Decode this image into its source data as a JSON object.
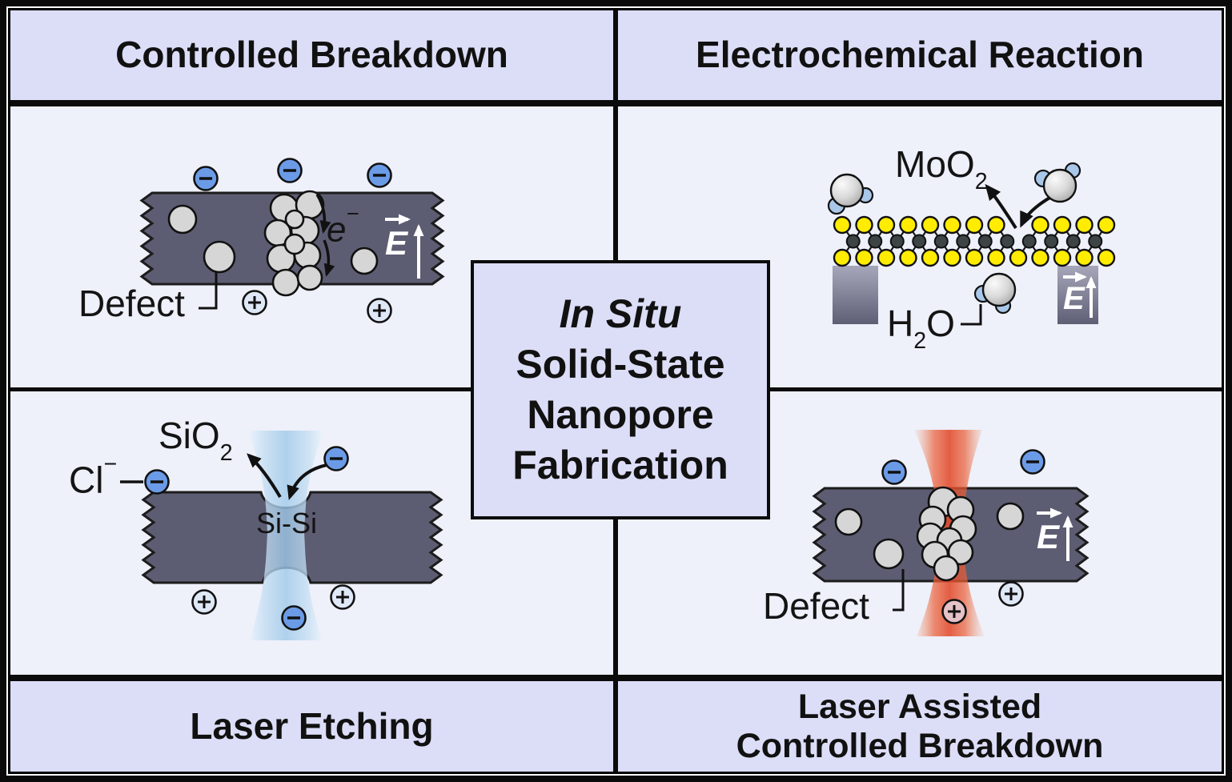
{
  "titles": {
    "top_left": "Controlled Breakdown",
    "top_right": "Electrochemical Reaction",
    "bottom_left": "Laser Etching",
    "bottom_right_line1": "Laser Assisted",
    "bottom_right_line2": "Controlled Breakdown"
  },
  "center_box": {
    "line1": "In Situ",
    "line2": "Solid-State",
    "line3": "Nanopore",
    "line4": "Fabrication"
  },
  "controlled_breakdown": {
    "defect_label": "Defect",
    "electron_base": "e",
    "electron_sup": "−",
    "field_label": "E"
  },
  "electrochemical": {
    "moo2_base": "MoO",
    "moo2_sub": "2",
    "h2o_h": "H",
    "h2o_sub": "2",
    "h2o_o": "O",
    "field_label": "E"
  },
  "laser_etching": {
    "sio2_base": "SiO",
    "sio2_sub": "2",
    "cl_base": "Cl",
    "cl_sup": "−",
    "si_si_label": "Si-Si"
  },
  "laser_assisted": {
    "defect_label": "Defect",
    "field_label": "E"
  },
  "colors": {
    "panel_bg": "#eef0fa",
    "title_bg": "#dcddf7",
    "membrane": "#5c5d72",
    "anion_blue": "#6b9be7",
    "cation_light": "#dfe8f7",
    "cation_pink": "#e5c1c8",
    "sulfur_yellow": "#ffec00",
    "metal_dark": "#3d4446",
    "defect_gray": "#d6d6d6",
    "laser_blue": "#9dc8e9",
    "laser_red": "#e2492a"
  }
}
